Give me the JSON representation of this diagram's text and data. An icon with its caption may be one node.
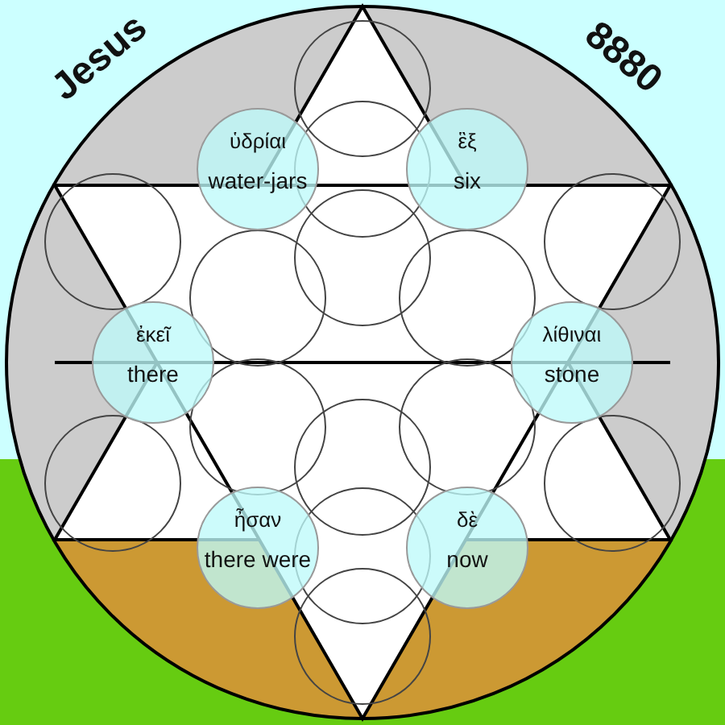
{
  "diagram": {
    "nodes": [
      {
        "text": [
          "ὑδρίαι",
          "water-jars"
        ]
      },
      {
        "text": [
          "ἓξ",
          "six"
        ]
      },
      {
        "text": [
          "ἐκεῖ",
          "there"
        ]
      },
      {
        "text": [
          "λίθιναι",
          "stone"
        ]
      },
      {
        "text": [
          "ἦσαν",
          "there were"
        ]
      },
      {
        "text": [
          "δὲ",
          "now"
        ]
      }
    ],
    "labels": [
      "Jesus",
      "8880"
    ]
  }
}
